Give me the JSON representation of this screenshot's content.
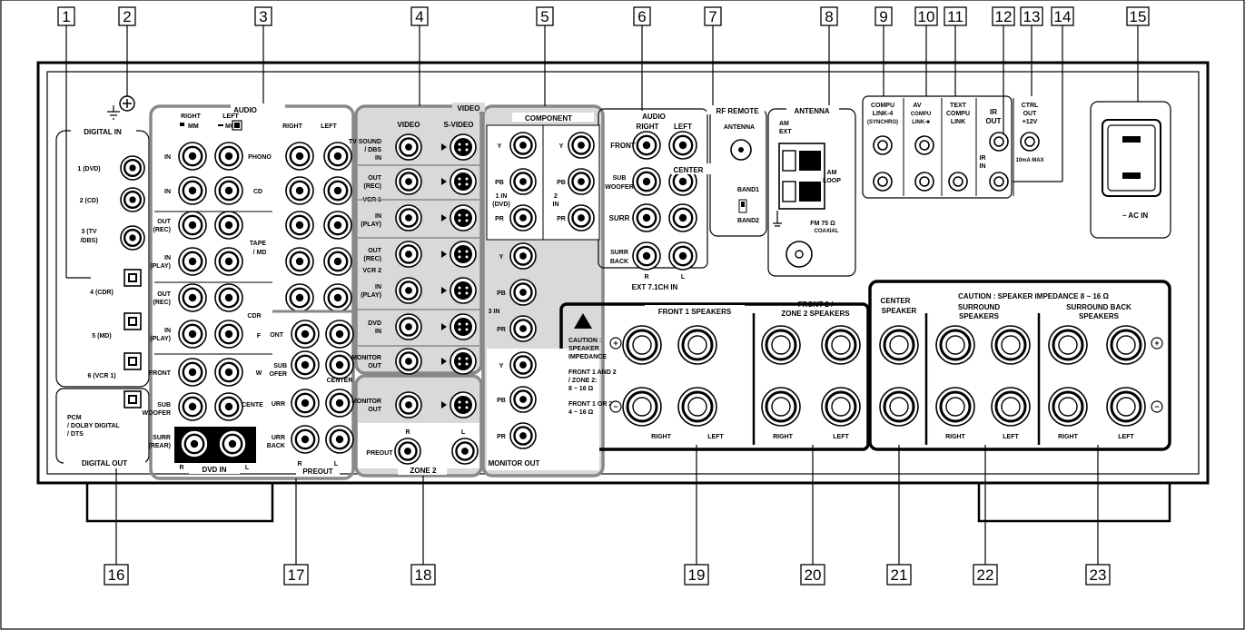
{
  "callouts": [
    "1",
    "2",
    "3",
    "4",
    "5",
    "6",
    "7",
    "8",
    "9",
    "10",
    "11",
    "12",
    "13",
    "14",
    "15",
    "16",
    "17",
    "18",
    "19",
    "20",
    "21",
    "22",
    "23"
  ],
  "digital_in": {
    "title": "DIGITAL IN",
    "inputs": [
      "1 (DVD)",
      "2 (CD)",
      "3 (TV",
      "/DBS)",
      "4 (CDR)",
      "5 (MD)",
      "6 (VCR 1)"
    ]
  },
  "digital_out": {
    "title": "DIGITAL OUT",
    "label_lines": [
      "PCM",
      "/ DOLBY DIGITAL",
      "/ DTS"
    ]
  },
  "audio": {
    "title": "AUDIO",
    "right": "RIGHT",
    "left": "LEFT",
    "mm": "MM",
    "mc": "MC",
    "phono": "PHONO",
    "cd": "CD",
    "tape_md": [
      "TAPE",
      "/ MD"
    ],
    "cdr": "CDR",
    "in": "IN",
    "out_rec": [
      "OUT",
      "(REC)"
    ],
    "in_play": [
      "IN",
      "(PLAY)"
    ],
    "front": "FRONT",
    "subwoofer": [
      "SUB",
      "WOOFER"
    ],
    "surr_rear": [
      "SURR",
      "(REAR)"
    ],
    "dvd_in": "DVD IN",
    "r": "R",
    "l": "L",
    "cente": "CENTE",
    "w": "W",
    "f": "F"
  },
  "preout": {
    "title": "PREOUT",
    "right": "RIGHT",
    "left": "LEFT",
    "front": "ONT",
    "sub": [
      "SUB",
      "OFER"
    ],
    "surr": "URR",
    "surr_back": [
      "URR",
      "BACK"
    ],
    "center": "CENTER",
    "r": "R",
    "l": "L"
  },
  "video": {
    "title": "VIDEO",
    "video": "VIDEO",
    "svideo": "S-VIDEO",
    "tv_sound": [
      "TV SOUND",
      "/ DBS",
      "IN"
    ],
    "vcr1": "VCR 1",
    "vcr2": "VCR 2",
    "out_rec": [
      "OUT",
      "(REC)"
    ],
    "in_play": [
      "IN",
      "(PLAY)"
    ],
    "dvd_in": [
      "DVD",
      "IN"
    ],
    "monitor_out": [
      "MONITOR",
      "OUT"
    ]
  },
  "zone2": {
    "title": "ZONE 2",
    "monitor_out": [
      "MONITOR",
      "OUT"
    ],
    "preout": "PREOUT",
    "r": "R",
    "l": "L"
  },
  "component": {
    "title": "COMPONENT",
    "y": "Y",
    "pb": "PB",
    "pr": "PR",
    "in1": [
      "1 IN",
      "(DVD)"
    ],
    "in2": [
      "2",
      "IN"
    ],
    "in3": "3 IN",
    "monitor_out": "MONITOR OUT"
  },
  "ext71": {
    "title": "AUDIO",
    "right": "RIGHT",
    "left": "LEFT",
    "front": "FRONT",
    "subwoofer": [
      "SUB",
      "WOOFER"
    ],
    "center": "CENTER",
    "surr": "SURR",
    "surr_back": [
      "SURR",
      "BACK"
    ],
    "r": "R",
    "l": "L",
    "footer": "EXT 7.1CH IN"
  },
  "rf_remote": {
    "title": "RF REMOTE",
    "antenna": "ANTENNA",
    "band1": "BAND1",
    "band2": "BAND2"
  },
  "antenna": {
    "title": "ANTENNA",
    "am_ext": [
      "AM",
      "EXT"
    ],
    "am_loop": [
      "AM",
      "LOOP"
    ],
    "fm": [
      "FM 75 Ω",
      "COAXIAL"
    ]
  },
  "compulink4": {
    "label": [
      "COMPU",
      "LINK-4",
      "(SYNCHRO)"
    ]
  },
  "av_compulink": {
    "label": [
      "AV",
      "COMPU",
      "LINK-■"
    ]
  },
  "text_compulink": {
    "label": [
      "TEXT",
      "COMPU",
      "LINK"
    ]
  },
  "ir": {
    "out": [
      "IR",
      "OUT"
    ],
    "in": [
      "IR",
      "IN"
    ]
  },
  "ctrl_out": {
    "label": [
      "CTRL",
      "OUT",
      "+12V"
    ],
    "rating": "10mA MAX"
  },
  "ac_in": "~ AC IN",
  "speakers": {
    "caution_lines": [
      "CAUTION :",
      "SPEAKER",
      "IMPEDANCE"
    ],
    "front12_line1": "FRONT 1 AND 2",
    "front12_line2": "/ ZONE 2:",
    "front12_value": "8 ~ 16 Ω",
    "front1or2_line": "FRONT 1 OR 2:",
    "front1or2_value": "4 ~ 16 Ω",
    "front1": "FRONT 1 SPEAKERS",
    "front2": [
      "FRONT 2 /",
      "ZONE 2 SPEAKERS"
    ],
    "right": "RIGHT",
    "left": "LEFT",
    "center_lines": [
      "CENTER",
      "SPEAKER"
    ],
    "surround": [
      "SURROUND",
      "SPEAKERS"
    ],
    "surround_back": [
      "SURROUND BACK",
      "SPEAKERS"
    ],
    "caution2": "CAUTION : SPEAKER IMPEDANCE 8 ~ 16 Ω",
    "plus": "+",
    "minus": "−"
  }
}
